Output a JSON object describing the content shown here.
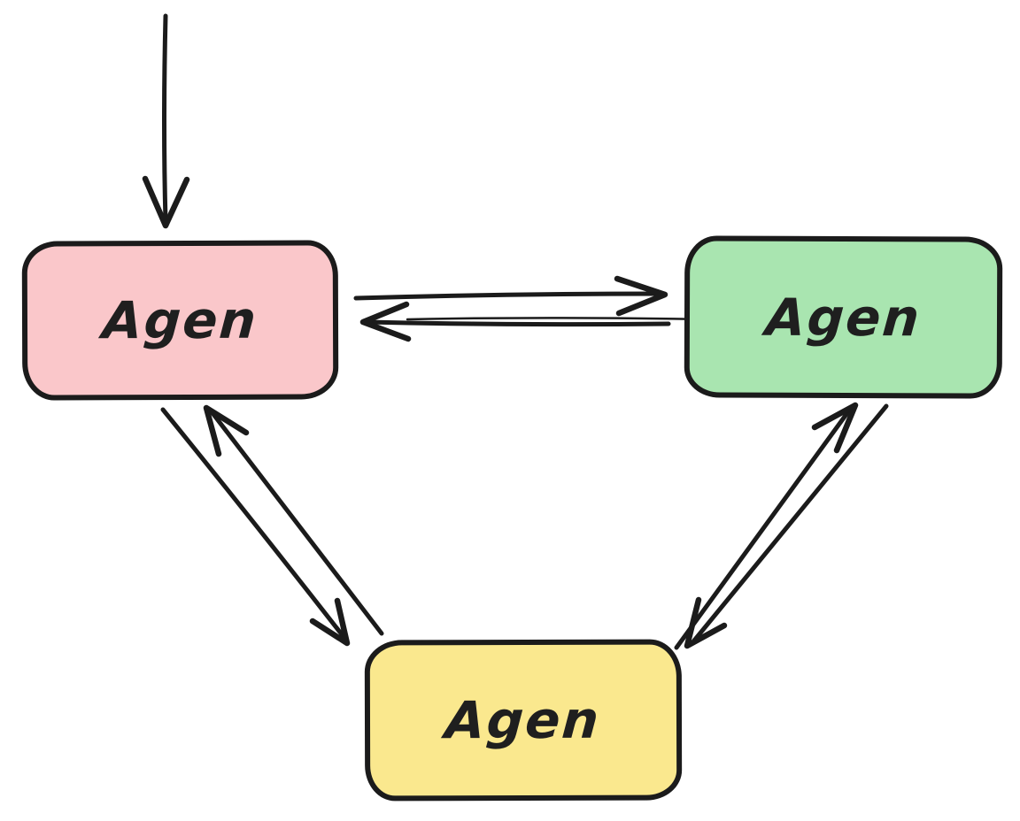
{
  "diagram": {
    "description": "Hand-drawn diagram of three agent boxes connected by bidirectional arrows in a triangle, with one entry arrow from the top",
    "canvas": {
      "background": "#ffffff",
      "stroke_color": "#1b1b1b",
      "text_color": "#1f1f1f"
    },
    "nodes": {
      "pink": {
        "label": "Agen",
        "fill": "#fac7ca"
      },
      "green": {
        "label": "Agen",
        "fill": "#a9e5b0"
      },
      "yellow": {
        "label": "Agen",
        "fill": "#fae88e"
      }
    },
    "edges": [
      {
        "name": "entry",
        "from": "offscreen-top",
        "to": "agent-pink",
        "arrowhead": "down"
      },
      {
        "name": "pink-to-green",
        "from": "agent-pink",
        "to": "agent-green",
        "arrowhead": "right"
      },
      {
        "name": "green-to-pink",
        "from": "agent-green",
        "to": "agent-pink",
        "arrowhead": "left"
      },
      {
        "name": "pink-to-yellow",
        "from": "agent-pink",
        "to": "agent-yellow",
        "arrowhead": "down-right"
      },
      {
        "name": "yellow-to-pink",
        "from": "agent-yellow",
        "to": "agent-pink",
        "arrowhead": "up-left"
      },
      {
        "name": "yellow-to-green",
        "from": "agent-yellow",
        "to": "agent-green",
        "arrowhead": "up-right"
      },
      {
        "name": "green-to-yellow",
        "from": "agent-green",
        "to": "agent-yellow",
        "arrowhead": "down-left"
      }
    ]
  }
}
